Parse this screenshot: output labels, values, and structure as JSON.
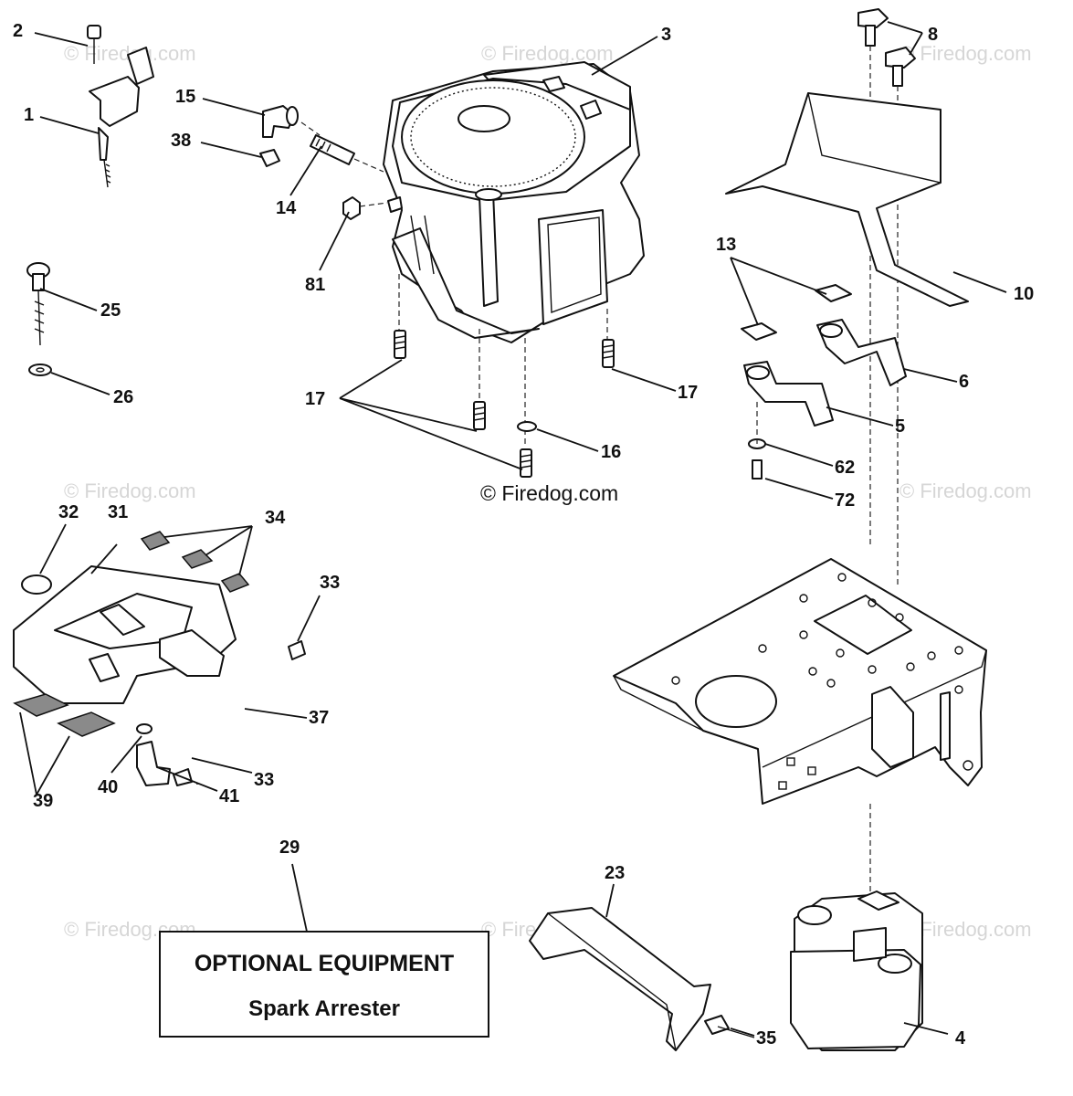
{
  "watermark": "© Firedog.com",
  "watermark_main": "© Firedog.com",
  "optional_box": {
    "title": "OPTIONAL EQUIPMENT",
    "subtitle": "Spark Arrester"
  },
  "callouts": {
    "c1": "1",
    "c2": "2",
    "c3": "3",
    "c4": "4",
    "c5": "5",
    "c6": "6",
    "c8": "8",
    "c10": "10",
    "c13": "13",
    "c14": "14",
    "c15": "15",
    "c16": "16",
    "c17a": "17",
    "c17b": "17",
    "c23": "23",
    "c25": "25",
    "c26": "26",
    "c29": "29",
    "c31": "31",
    "c32": "32",
    "c33a": "33",
    "c33b": "33",
    "c34": "34",
    "c35": "35",
    "c37": "37",
    "c38": "38",
    "c39": "39",
    "c40": "40",
    "c41": "41",
    "c62": "62",
    "c72": "72",
    "c81": "81"
  }
}
